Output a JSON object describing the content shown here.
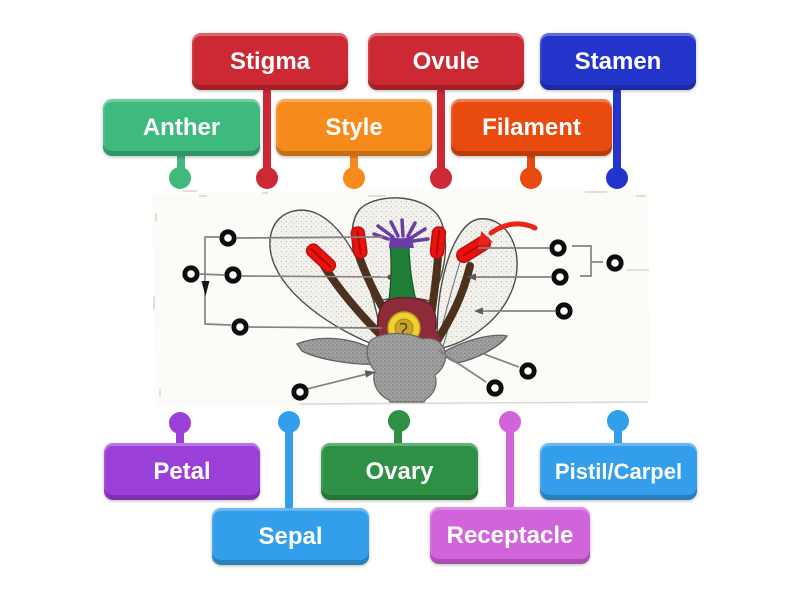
{
  "activity": {
    "type": "labelled-diagram",
    "subject_image": "flower cross-section drawing",
    "drop_target_count": 11
  },
  "labels": [
    {
      "id": "stigma",
      "text": "Stigma",
      "color": "#cd2934"
    },
    {
      "id": "ovule",
      "text": "Ovule",
      "color": "#cd2934"
    },
    {
      "id": "stamen",
      "text": "Stamen",
      "color": "#2334cb"
    },
    {
      "id": "anther",
      "text": "Anther",
      "color": "#3eba7f"
    },
    {
      "id": "style",
      "text": "Style",
      "color": "#f68b1c"
    },
    {
      "id": "filament",
      "text": "Filament",
      "color": "#e84b0d"
    },
    {
      "id": "petal",
      "text": "Petal",
      "color": "#9b3fd9"
    },
    {
      "id": "sepal",
      "text": "Sepal",
      "color": "#339fec"
    },
    {
      "id": "ovary",
      "text": "Ovary",
      "color": "#2d9045"
    },
    {
      "id": "receptacle",
      "text": "Receptacle",
      "color": "#d164da"
    },
    {
      "id": "pistil_carpel",
      "text": "Pistil/Carpel",
      "color": "#339fec"
    }
  ],
  "palette": {
    "pin_ring": "#0c0c0c",
    "annotation_line": "#838383",
    "red_arrow": "#e92519",
    "anther_red": "#ea120b",
    "style_green": "#1f7d36",
    "stigma_purple": "#6a3da6",
    "ovary_maroon": "#8d2c38",
    "ovule_yellow": "#ecd32e",
    "sepal_gray": "#a2a2a2"
  }
}
